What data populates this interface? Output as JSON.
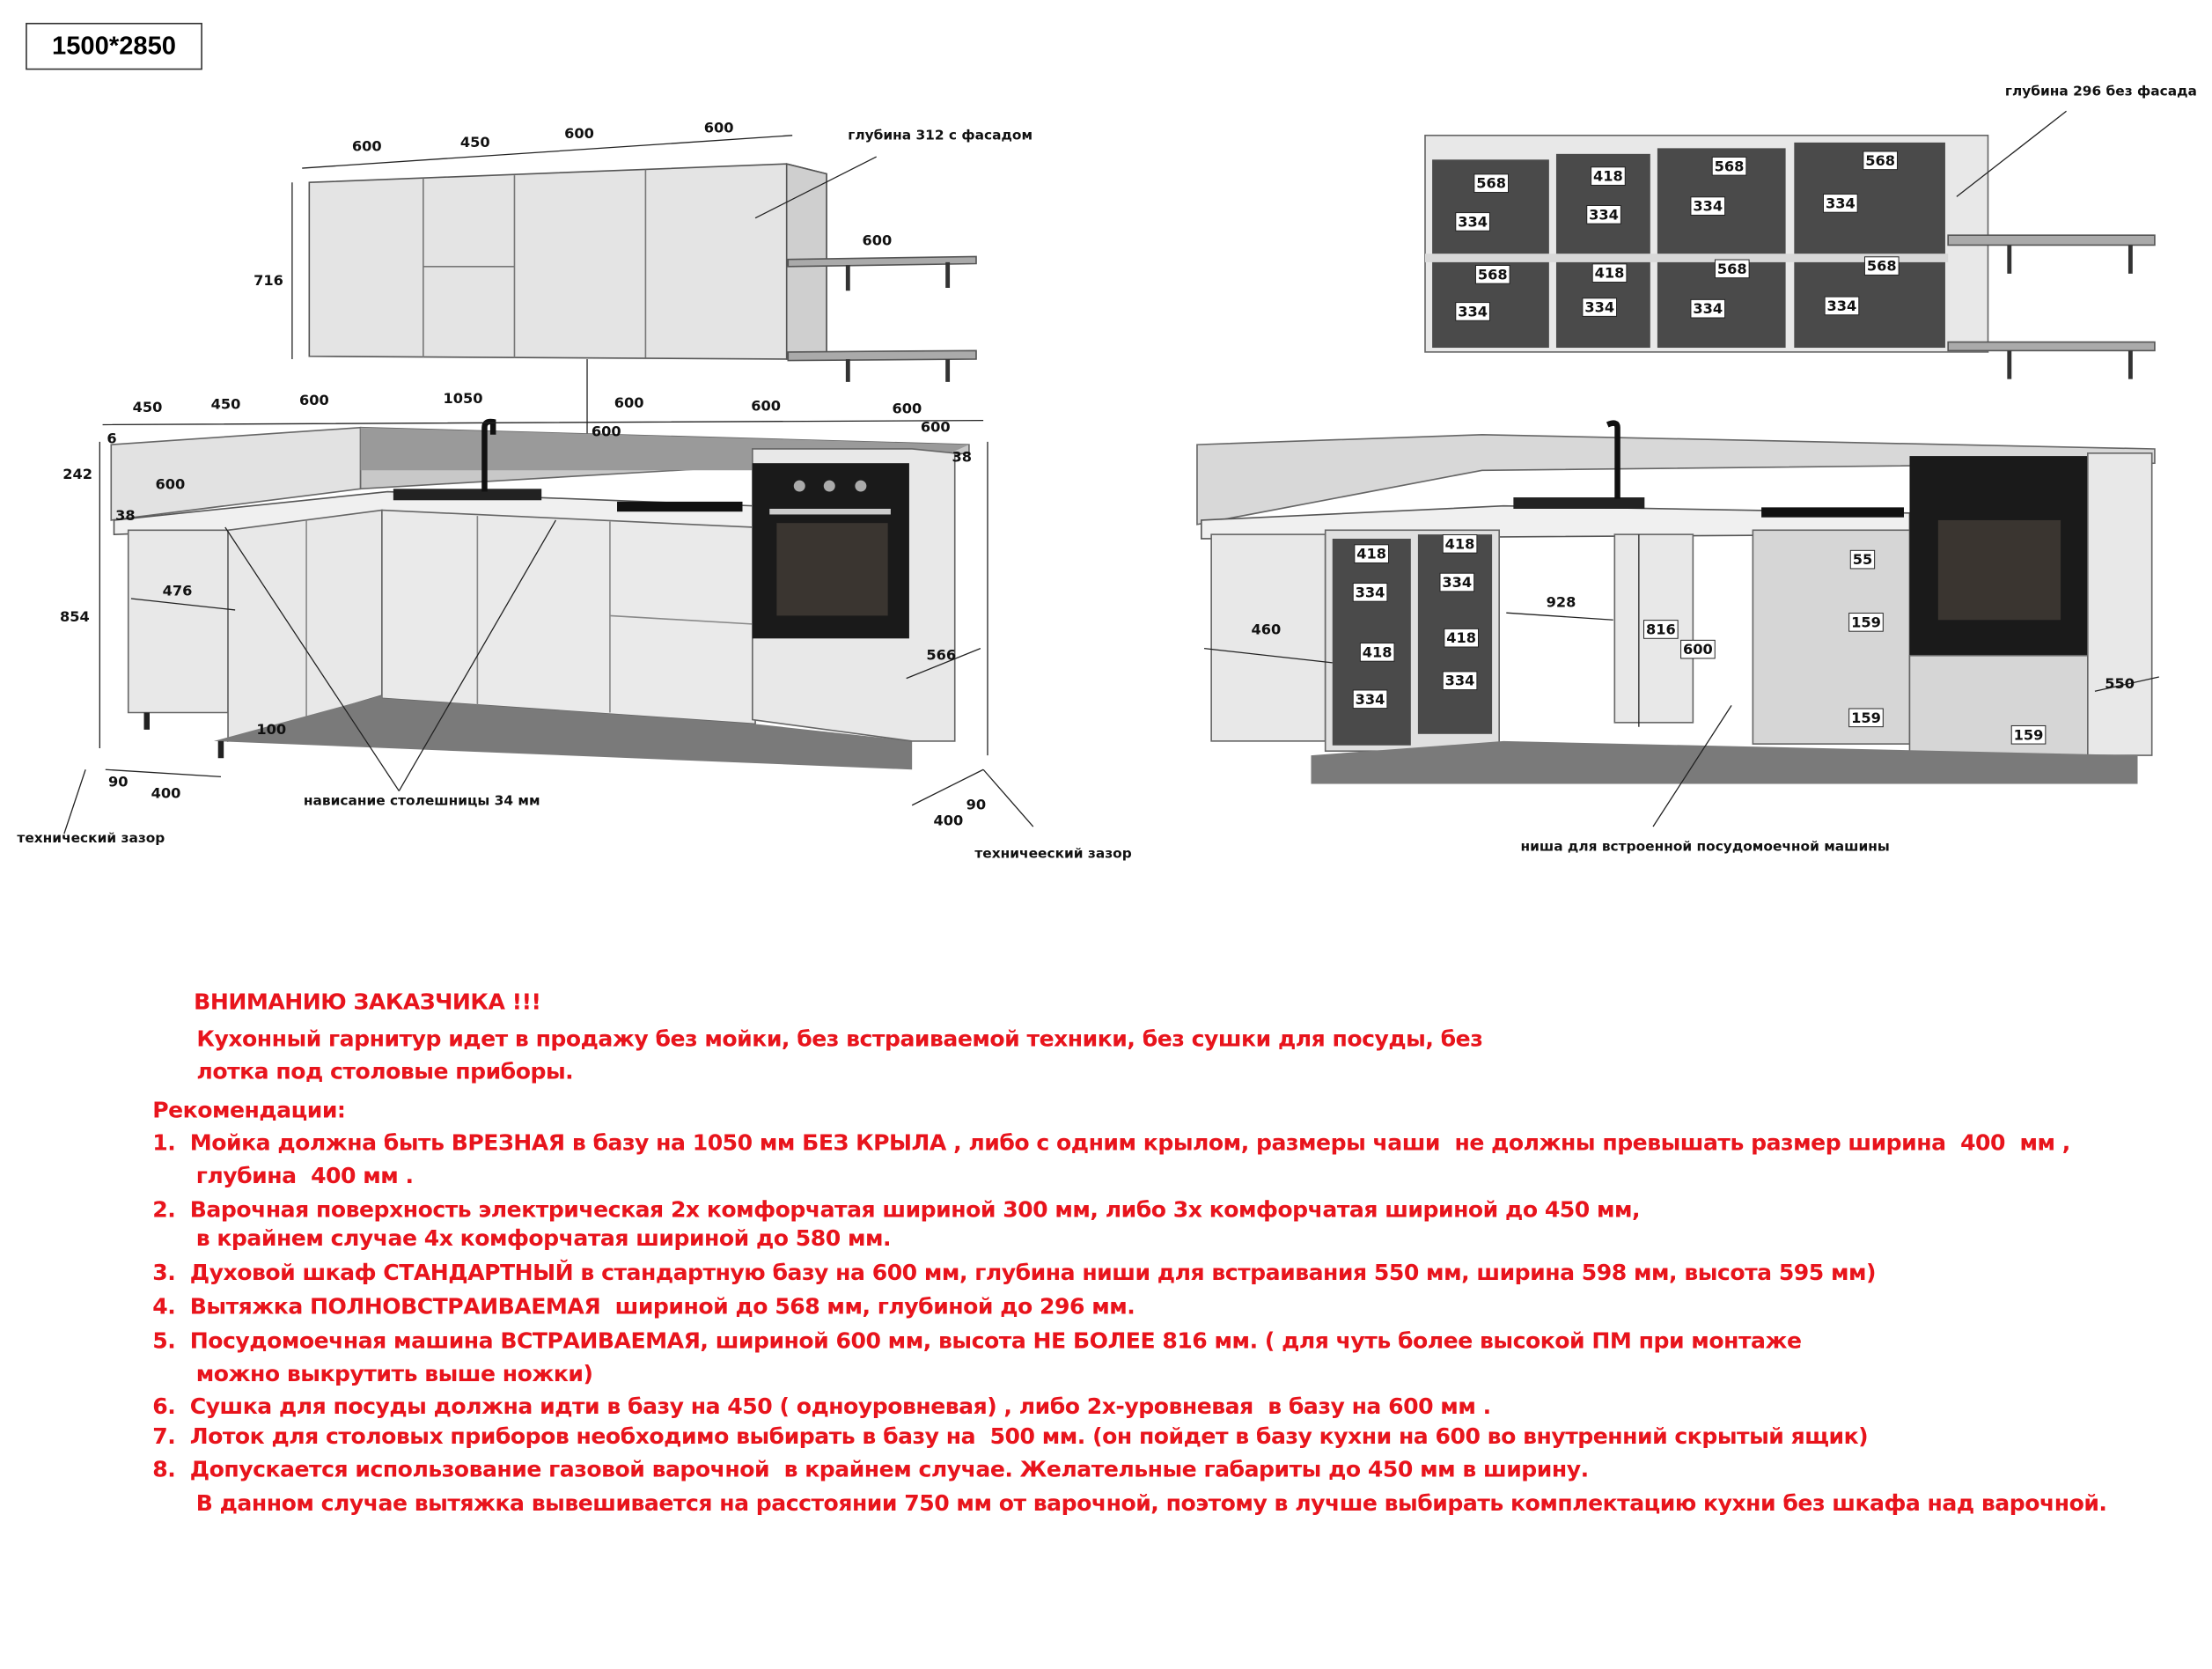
{
  "size_label": "1500*2850",
  "left": {
    "upper_dims": [
      "600",
      "450",
      "600",
      "600"
    ],
    "upper_depth_note": "глубина 312 с фасадом",
    "upper_height": "716",
    "shelf_width": "600",
    "base_dims": [
      "450",
      "450",
      "600",
      "1050",
      "600",
      "600",
      "600",
      "600",
      "600",
      "6",
      "242",
      "600",
      "38",
      "38",
      "854",
      "476",
      "566",
      "100",
      "90",
      "400",
      "90",
      "400"
    ],
    "overhang_note": "нависание столешницы 34 мм",
    "gap_note_left": "технический зазор",
    "gap_note_right": "техничееский зазор"
  },
  "right": {
    "upper_depth_note": "глубина 296 без фасада",
    "upper_labels": [
      "568",
      "334",
      "418",
      "334",
      "568",
      "334",
      "568",
      "334",
      "568",
      "334",
      "418",
      "334",
      "568",
      "334",
      "568",
      "334"
    ],
    "base_labels": [
      "418",
      "418",
      "334",
      "334",
      "418",
      "418",
      "334",
      "334",
      "460",
      "928",
      "816",
      "600",
      "55",
      "159",
      "159",
      "159",
      "550"
    ],
    "dishwasher_note": "ниша для встроенной посудомоечной машины"
  },
  "notes": {
    "heading": "ВНИМАНИЮ ЗАКАЗЧИКА !!!",
    "intro_1": "Кухонный гарнитур идет в продажу без мойки, без встраиваемой техники, без сушки для посуды, без",
    "intro_2": "лотка под столовые приборы.",
    "rec_title": "Рекомендации:",
    "items": [
      "1.  Мойка должна быть ВРЕЗНАЯ в базу на 1050 мм БЕЗ КРЫЛА , либо с одним крылом, размеры чаши  не должны превышать размер ширина  400  мм ,",
      "      глубина  400 мм .",
      "2.  Варочная поверхность электрическая 2х комфорчатая шириной 300 мм, либо 3х комфорчатая шириной до 450 мм,",
      "      в крайнем случае 4х комфорчатая шириной до 580 мм.",
      "3.  Духовой шкаф СТАНДАРТНЫЙ в стандартную базу на 600 мм, глубина ниши для встраивания 550 мм, ширина 598 мм, высота 595 мм)",
      "4.  Вытяжка ПОЛНОВСТРАИВАЕМАЯ  шириной до 568 мм, глубиной до 296 мм.",
      "5.  Посудомоечная машина ВСТРАИВАЕМАЯ, шириной 600 мм, высота НЕ БОЛЕЕ 816 мм. ( для чуть более высокой ПМ при монтаже",
      "      можно выкрутить выше ножки)",
      "6.  Сушка для посуды должна идти в базу на 450 ( одноуровневая) , либо 2х-уровневая  в базу на 600 мм .",
      "7.  Лоток для столовых приборов необходимо выбирать в базу на  500 мм. (он пойдет в базу кухни на 600 во внутренний скрытый ящик)",
      "8.  Допускается использование газовой варочной  в крайнем случае. Желательные габариты до 450 мм в ширину.",
      "      В данном случае вытяжка вывешивается на расстоянии 750 мм от варочной, поэтому в лучше выбирать комплектацию кухни без шкафа над варочной."
    ]
  },
  "colors": {
    "note_red": "#e8141c",
    "panel": "#e6e6e6",
    "interior": "#4a4a4a"
  }
}
